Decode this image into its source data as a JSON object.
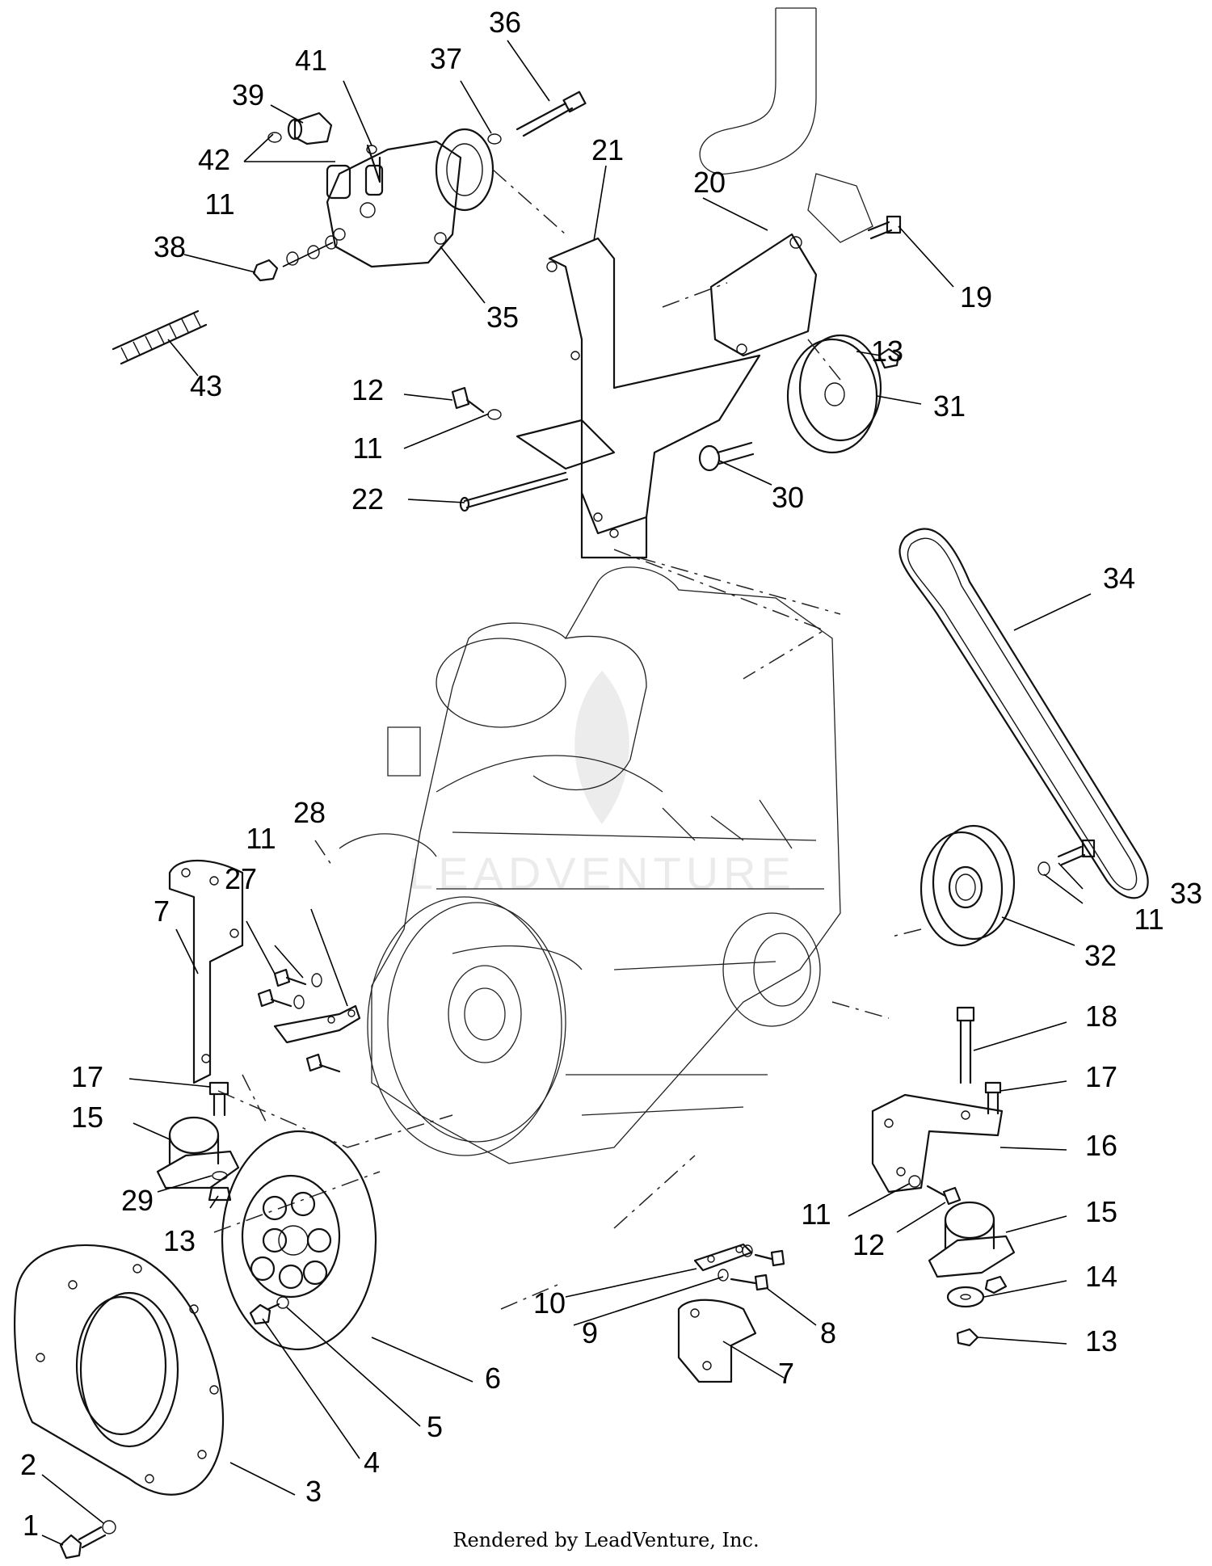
{
  "callouts": [
    {
      "label": "1"
    },
    {
      "label": "2"
    },
    {
      "label": "3"
    },
    {
      "label": "4"
    },
    {
      "label": "5"
    },
    {
      "label": "6"
    },
    {
      "label": "7"
    },
    {
      "label": "7"
    },
    {
      "label": "8"
    },
    {
      "label": "9"
    },
    {
      "label": "10"
    },
    {
      "label": "11"
    },
    {
      "label": "11"
    },
    {
      "label": "11"
    },
    {
      "label": "11"
    },
    {
      "label": "11"
    },
    {
      "label": "12"
    },
    {
      "label": "12"
    },
    {
      "label": "13"
    },
    {
      "label": "13"
    },
    {
      "label": "13"
    },
    {
      "label": "14"
    },
    {
      "label": "15"
    },
    {
      "label": "15"
    },
    {
      "label": "16"
    },
    {
      "label": "17"
    },
    {
      "label": "17"
    },
    {
      "label": "18"
    },
    {
      "label": "19"
    },
    {
      "label": "20"
    },
    {
      "label": "21"
    },
    {
      "label": "22"
    },
    {
      "label": "27"
    },
    {
      "label": "28"
    },
    {
      "label": "29"
    },
    {
      "label": "30"
    },
    {
      "label": "31"
    },
    {
      "label": "32"
    },
    {
      "label": "33"
    },
    {
      "label": "34"
    },
    {
      "label": "35"
    },
    {
      "label": "36"
    },
    {
      "label": "37"
    },
    {
      "label": "38"
    },
    {
      "label": "39"
    },
    {
      "label": "41"
    },
    {
      "label": "42"
    },
    {
      "label": "43"
    }
  ],
  "watermark": "LEADVENTURE",
  "footer": "Rendered by LeadVenture, Inc."
}
